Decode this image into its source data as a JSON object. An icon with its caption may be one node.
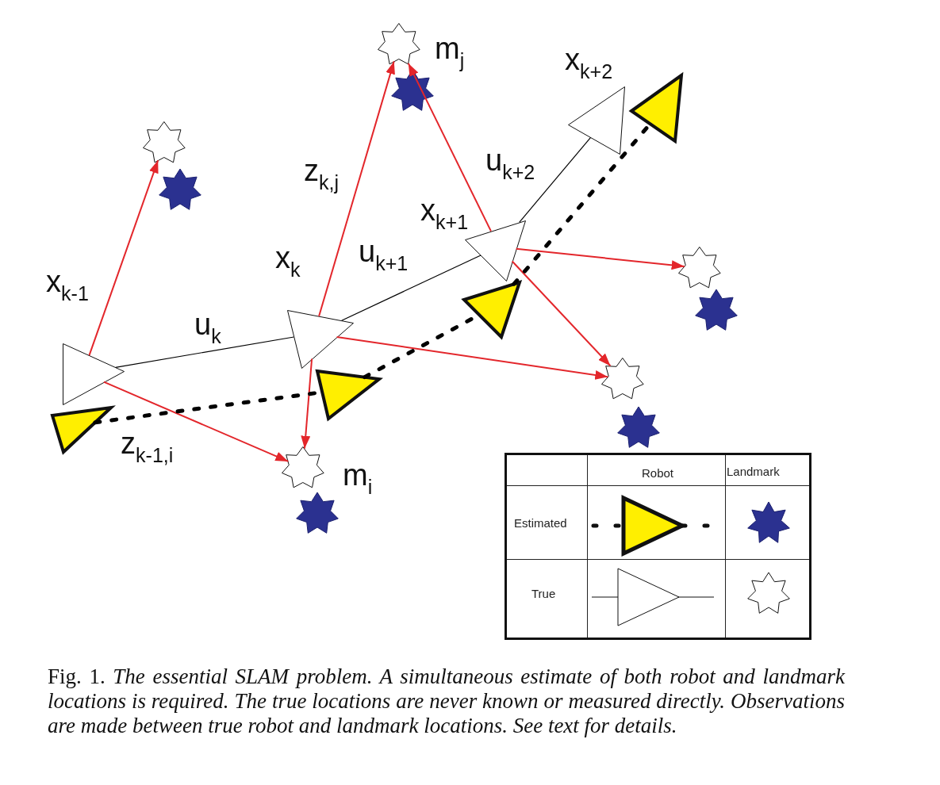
{
  "diagram": {
    "caption": "Fig. 1. *The essential SLAM problem. A simultaneous estimate of both robot and landmark locations is required. The true locations are never known or measured directly. Observations are made between true robot and landmark locations. See text for details.*",
    "nodes": [
      {
        "text": [],
        "shape": "triangle",
        "beside": [
          "x$_{k-1}$"
        ]
      },
      {
        "text": [],
        "shape": "triangle"
      },
      {
        "text": [],
        "shape": "triangle",
        "beside": [
          "x$_{k}$"
        ]
      },
      {
        "text": [],
        "shape": "triangle"
      },
      {
        "text": [],
        "shape": "triangle",
        "beside": [
          "x$_{k+1}$"
        ]
      },
      {
        "text": [],
        "shape": "triangle"
      },
      {
        "text": [],
        "shape": "triangle",
        "beside": [
          "x$_{k+2}$"
        ]
      },
      {
        "text": [],
        "shape": "triangle"
      },
      {
        "text": [],
        "shape": "star"
      },
      {
        "text": [],
        "shape": "star",
        "beside": [
          "m$_{j}$"
        ]
      },
      {
        "text": [],
        "shape": "star",
        "beside": [
          "m$_{i}$"
        ]
      },
      {
        "text": [],
        "shape": "star"
      },
      {
        "text": [],
        "shape": "star"
      }
    ],
    "edges": [
      {
        "from": 0,
        "to": 8,
        "arrow": "to"
      },
      {
        "from": 0,
        "to": 10,
        "arrow": "to",
        "label": "z$_{k-1,i}$"
      },
      {
        "from": 2,
        "to": 9,
        "arrow": "to",
        "label": "z$_{k,j}$"
      },
      {
        "from": 2,
        "to": 10,
        "arrow": "to"
      },
      {
        "from": 2,
        "to": 12,
        "arrow": "to"
      },
      {
        "from": 4,
        "to": 9,
        "arrow": "to"
      },
      {
        "from": 4,
        "to": 12,
        "arrow": "to"
      },
      {
        "from": 4,
        "to": 11,
        "arrow": "to"
      },
      {
        "from": 0,
        "to": 2,
        "arrow": "none",
        "label": "u$_{k}$",
        "color": "#000000"
      },
      {
        "from": 2,
        "to": 4,
        "arrow": "none",
        "label": "u$_{k+1}$",
        "color": "#000000"
      },
      {
        "from": 4,
        "to": 6,
        "arrow": "none",
        "label": "u$_{k+2}$",
        "color": "#000000"
      },
      {
        "from": 1,
        "to": 3,
        "arrow": "none",
        "style": "dashed",
        "color": "#000000"
      },
      {
        "from": 3,
        "to": 5,
        "arrow": "none",
        "style": "dashed",
        "color": "#000000"
      },
      {
        "from": 5,
        "to": 7,
        "arrow": "none",
        "style": "dashed",
        "color": "#000000"
      }
    ],
    "labels": [
      "Robot",
      "Landmark",
      "Estimated",
      "True"
    ]
  }
}
